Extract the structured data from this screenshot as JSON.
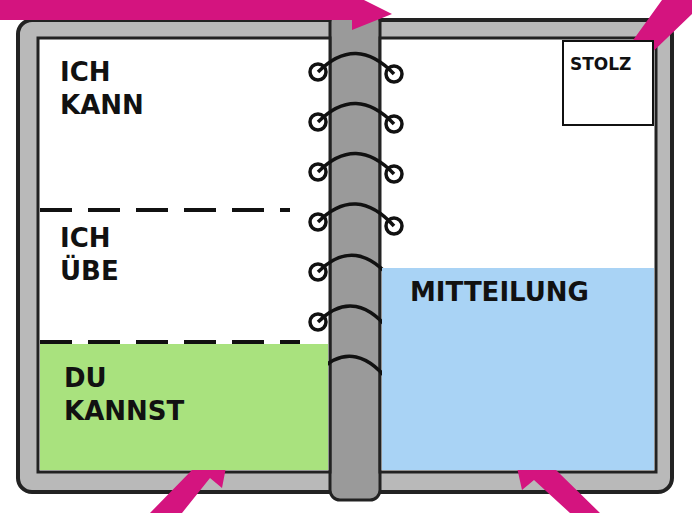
{
  "diagram": {
    "nodes": [
      {
        "text": [
          "ICH KANN"
        ]
      },
      {
        "text": [
          "ICH ÜBE"
        ]
      },
      {
        "text": [
          "DU KANNST"
        ]
      },
      {
        "text": [
          "STOLZ"
        ]
      },
      {
        "text": [
          "MITTEILUNG"
        ]
      }
    ]
  }
}
